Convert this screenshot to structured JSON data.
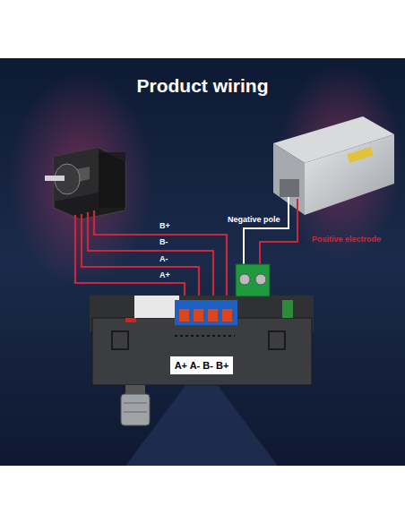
{
  "diagram": {
    "title": "Product wiring",
    "nodes": [
      {
        "text": [
          "A+ A- B- B+"
        ]
      }
    ],
    "labels": [
      "B+",
      "B-",
      "A-",
      "A+",
      "Negative pole",
      "Positive electrode"
    ]
  }
}
